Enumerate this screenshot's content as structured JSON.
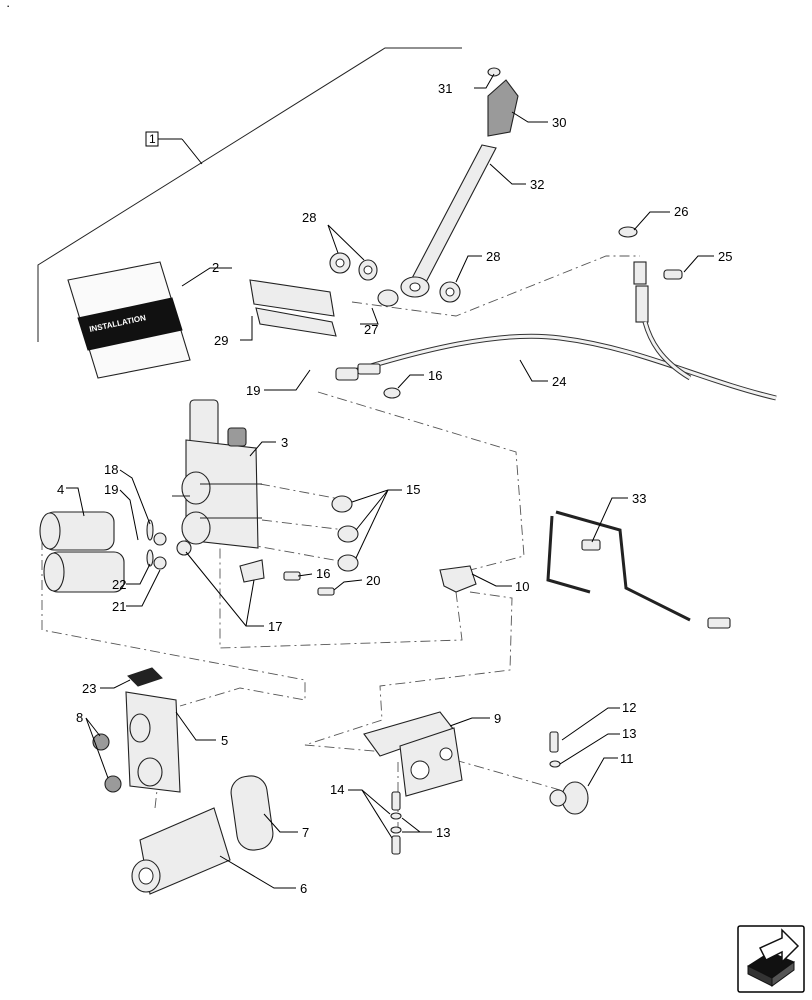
{
  "corner_mark": "·",
  "booklet_text": "INSTALLATION",
  "callouts": {
    "c1": "1",
    "c2": "2",
    "c3": "3",
    "c4": "4",
    "c5": "5",
    "c6": "6",
    "c7": "7",
    "c8": "8",
    "c9": "9",
    "c10": "10",
    "c11": "11",
    "c12": "12",
    "c13a": "13",
    "c13b": "13",
    "c14": "14",
    "c15": "15",
    "c16a": "16",
    "c16b": "16",
    "c17": "17",
    "c18": "18",
    "c19a": "19",
    "c19b": "19",
    "c20": "20",
    "c21": "21",
    "c22": "22",
    "c23": "23",
    "c24": "24",
    "c25": "25",
    "c26": "26",
    "c27": "27",
    "c28a": "28",
    "c28b": "28",
    "c29": "29",
    "c30": "30",
    "c31": "31",
    "c32": "32",
    "c33": "33"
  },
  "nav_icon": "next-page-arrow-icon"
}
